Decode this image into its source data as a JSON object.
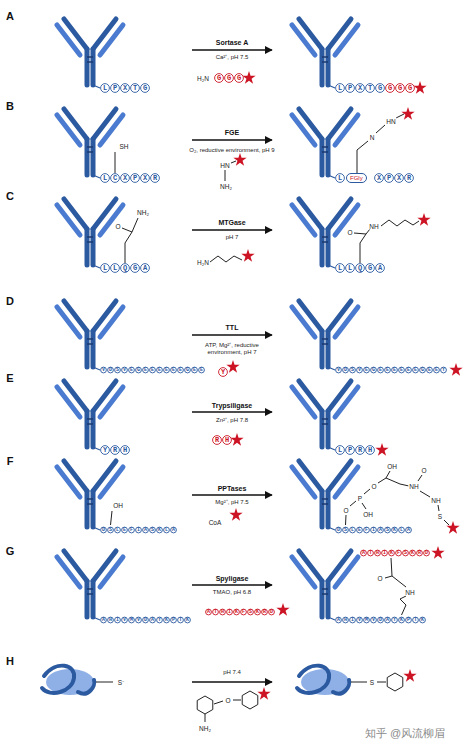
{
  "diagram": {
    "labels": [
      "A",
      "LPXTG",
      "Sortase A",
      "Ca²⁺, pH 7.5",
      "H₂N",
      "GGG",
      "LPXTG",
      "GGG",
      "B",
      "SH",
      "LCXPXR",
      "FGE",
      "O₂, reductive environment, pH 9",
      "HN",
      "NH₂",
      "L",
      "FGly",
      "XPXR",
      "N",
      "HN",
      "C",
      "O",
      "NH₂",
      "LLQGA",
      "MTGase",
      "pH 7",
      "H₂N",
      "LLQGA",
      "O",
      "NH",
      "D",
      "VDSVEGEEEEEEGEE",
      "TTL",
      "ATP, Mg²⁺, reductive environment, pH 7",
      "Y",
      "VDSVEGEEEEEEGEEY",
      "E",
      "YRH",
      "Trypsiligase",
      "Zn²⁺, pH 7.8",
      "RH",
      "LPRH",
      "F",
      "OH",
      "DSLEFIASKLA",
      "PPTases",
      "Mg²⁺, pH 7.5",
      "CoA",
      "DSLEFIASKLA",
      "O",
      "P",
      "OH",
      "O",
      "OH",
      "NH",
      "O",
      "NH",
      "S",
      "G",
      "AHIVMVDAYKPTK",
      "Spyligase",
      "TMAO, pH 6.8",
      "ATHIKFSKRD",
      "ATHIKFSKRD",
      "AHIVMVDAYKPTK",
      "NH",
      "O",
      "H",
      "S⁻",
      "pH 7.4",
      "O",
      "NH₂",
      "S",
      "知乎 @风流柳眉"
    ]
  }
}
